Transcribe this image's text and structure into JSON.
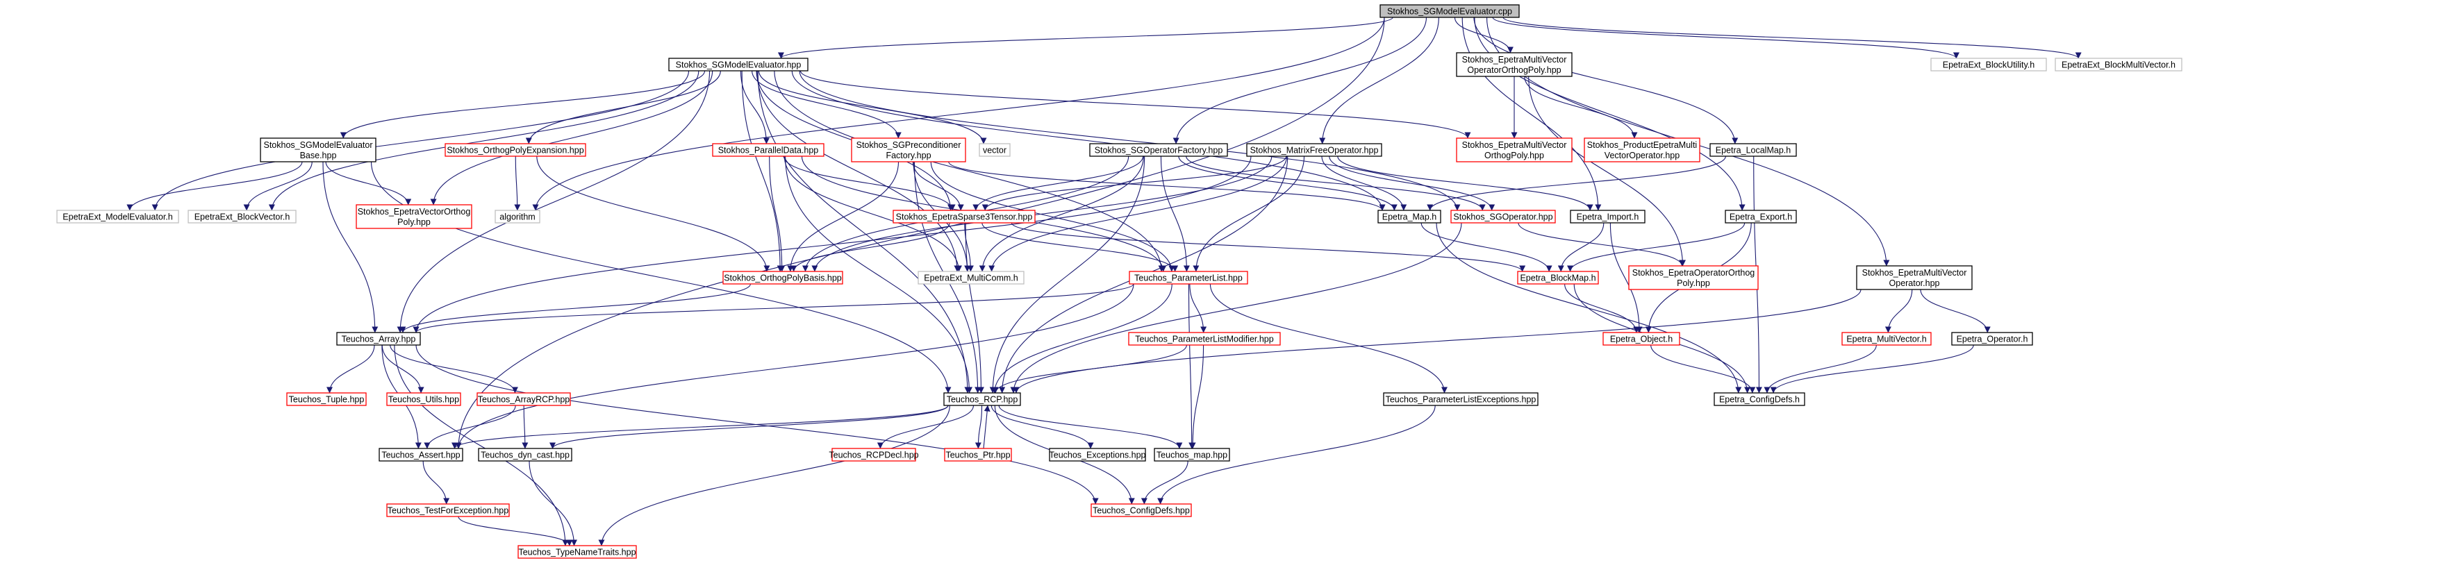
{
  "nodes": [
    {
      "id": "root",
      "lines": [
        "Stokhos_SGModelEvaluator.cpp"
      ],
      "style": "root"
    },
    {
      "id": "sgme_hpp",
      "lines": [
        "Stokhos_SGModelEvaluator.hpp"
      ],
      "style": "dark"
    },
    {
      "id": "emvop",
      "lines": [
        "Stokhos_EpetraMultiVector",
        "OperatorOrthogPoly.hpp"
      ],
      "style": "dark"
    },
    {
      "id": "ext_blockutil",
      "lines": [
        "EpetraExt_BlockUtility.h"
      ],
      "style": "grey"
    },
    {
      "id": "ext_blockmv",
      "lines": [
        "EpetraExt_BlockMultiVector.h"
      ],
      "style": "grey"
    },
    {
      "id": "sgmebase",
      "lines": [
        "Stokhos_SGModelEvaluator",
        "Base.hpp"
      ],
      "style": "dark"
    },
    {
      "id": "opexp",
      "lines": [
        "Stokhos_OrthogPolyExpansion.hpp"
      ],
      "style": "red"
    },
    {
      "id": "parallel",
      "lines": [
        "Stokhos_ParallelData.hpp"
      ],
      "style": "red"
    },
    {
      "id": "sgprec",
      "lines": [
        "Stokhos_SGPreconditioner",
        "Factory.hpp"
      ],
      "style": "red"
    },
    {
      "id": "vector",
      "lines": [
        "vector"
      ],
      "style": "grey"
    },
    {
      "id": "sgopfac",
      "lines": [
        "Stokhos_SGOperatorFactory.hpp"
      ],
      "style": "dark"
    },
    {
      "id": "mfop",
      "lines": [
        "Stokhos_MatrixFreeOperator.hpp"
      ],
      "style": "dark"
    },
    {
      "id": "emv_op",
      "lines": [
        "Stokhos_EpetraMultiVector",
        "OrthogPoly.hpp"
      ],
      "style": "red"
    },
    {
      "id": "prodemv",
      "lines": [
        "Stokhos_ProductEpetraMulti",
        "VectorOperator.hpp"
      ],
      "style": "red"
    },
    {
      "id": "localmap",
      "lines": [
        "Epetra_LocalMap.h"
      ],
      "style": "dark"
    },
    {
      "id": "ext_me",
      "lines": [
        "EpetraExt_ModelEvaluator.h"
      ],
      "style": "grey"
    },
    {
      "id": "ext_bv",
      "lines": [
        "EpetraExt_BlockVector.h"
      ],
      "style": "grey"
    },
    {
      "id": "evop",
      "lines": [
        "Stokhos_EpetraVectorOrthog",
        "Poly.hpp"
      ],
      "style": "red"
    },
    {
      "id": "algorithm",
      "lines": [
        "algorithm"
      ],
      "style": "grey"
    },
    {
      "id": "sparse3",
      "lines": [
        "Stokhos_EpetraSparse3Tensor.hpp"
      ],
      "style": "red"
    },
    {
      "id": "emap",
      "lines": [
        "Epetra_Map.h"
      ],
      "style": "dark"
    },
    {
      "id": "sgop",
      "lines": [
        "Stokhos_SGOperator.hpp"
      ],
      "style": "red"
    },
    {
      "id": "import",
      "lines": [
        "Epetra_Import.h"
      ],
      "style": "dark"
    },
    {
      "id": "export",
      "lines": [
        "Epetra_Export.h"
      ],
      "style": "dark"
    },
    {
      "id": "opbasis",
      "lines": [
        "Stokhos_OrthogPolyBasis.hpp"
      ],
      "style": "red"
    },
    {
      "id": "multicomm",
      "lines": [
        "EpetraExt_MultiComm.h"
      ],
      "style": "grey"
    },
    {
      "id": "plist",
      "lines": [
        "Teuchos_ParameterList.hpp"
      ],
      "style": "red"
    },
    {
      "id": "blockmap",
      "lines": [
        "Epetra_BlockMap.h"
      ],
      "style": "red"
    },
    {
      "id": "eoop",
      "lines": [
        "Stokhos_EpetraOperatorOrthog",
        "Poly.hpp"
      ],
      "style": "red"
    },
    {
      "id": "emvo",
      "lines": [
        "Stokhos_EpetraMultiVector",
        "Operator.hpp"
      ],
      "style": "dark"
    },
    {
      "id": "array",
      "lines": [
        "Teuchos_Array.hpp"
      ],
      "style": "dark"
    },
    {
      "id": "plmod",
      "lines": [
        "Teuchos_ParameterListModifier.hpp"
      ],
      "style": "red"
    },
    {
      "id": "eobject",
      "lines": [
        "Epetra_Object.h"
      ],
      "style": "red"
    },
    {
      "id": "emultivec",
      "lines": [
        "Epetra_MultiVector.h"
      ],
      "style": "red"
    },
    {
      "id": "eoperator",
      "lines": [
        "Epetra_Operator.h"
      ],
      "style": "dark"
    },
    {
      "id": "tuple",
      "lines": [
        "Teuchos_Tuple.hpp"
      ],
      "style": "red"
    },
    {
      "id": "utils",
      "lines": [
        "Teuchos_Utils.hpp"
      ],
      "style": "red"
    },
    {
      "id": "arrayrcp",
      "lines": [
        "Teuchos_ArrayRCP.hpp"
      ],
      "style": "red"
    },
    {
      "id": "rcp",
      "lines": [
        "Teuchos_RCP.hpp"
      ],
      "style": "dark"
    },
    {
      "id": "plexc",
      "lines": [
        "Teuchos_ParameterListExceptions.hpp"
      ],
      "style": "dark"
    },
    {
      "id": "econfig",
      "lines": [
        "Epetra_ConfigDefs.h"
      ],
      "style": "dark"
    },
    {
      "id": "assert",
      "lines": [
        "Teuchos_Assert.hpp"
      ],
      "style": "dark"
    },
    {
      "id": "dyncast",
      "lines": [
        "Teuchos_dyn_cast.hpp"
      ],
      "style": "dark"
    },
    {
      "id": "rcpdecl",
      "lines": [
        "Teuchos_RCPDecl.hpp"
      ],
      "style": "red"
    },
    {
      "id": "ptr",
      "lines": [
        "Teuchos_Ptr.hpp"
      ],
      "style": "red"
    },
    {
      "id": "exceptions",
      "lines": [
        "Teuchos_Exceptions.hpp"
      ],
      "style": "dark"
    },
    {
      "id": "tmap",
      "lines": [
        "Teuchos_map.hpp"
      ],
      "style": "dark"
    },
    {
      "id": "testfor",
      "lines": [
        "Teuchos_TestForException.hpp"
      ],
      "style": "red"
    },
    {
      "id": "tconfig",
      "lines": [
        "Teuchos_ConfigDefs.hpp"
      ],
      "style": "red"
    },
    {
      "id": "typename",
      "lines": [
        "Teuchos_TypeNameTraits.hpp"
      ],
      "style": "red"
    }
  ],
  "edges": [
    [
      "root",
      "sgme_hpp"
    ],
    [
      "root",
      "emvop"
    ],
    [
      "root",
      "ext_blockutil"
    ],
    [
      "root",
      "ext_blockmv"
    ],
    [
      "root",
      "sgopfac"
    ],
    [
      "root",
      "mfop"
    ],
    [
      "root",
      "localmap"
    ],
    [
      "root",
      "export"
    ],
    [
      "root",
      "import"
    ],
    [
      "root",
      "emvo"
    ],
    [
      "root",
      "assert"
    ],
    [
      "root",
      "algorithm"
    ],
    [
      "sgme_hpp",
      "sgmebase"
    ],
    [
      "sgme_hpp",
      "opexp"
    ],
    [
      "sgme_hpp",
      "parallel"
    ],
    [
      "sgme_hpp",
      "sgprec"
    ],
    [
      "sgme_hpp",
      "vector"
    ],
    [
      "sgme_hpp",
      "emv_op"
    ],
    [
      "sgme_hpp",
      "ext_me"
    ],
    [
      "sgme_hpp",
      "ext_bv"
    ],
    [
      "sgme_hpp",
      "evop"
    ],
    [
      "sgme_hpp",
      "sparse3"
    ],
    [
      "sgme_hpp",
      "opbasis"
    ],
    [
      "sgme_hpp",
      "multicomm"
    ],
    [
      "sgme_hpp",
      "plist"
    ],
    [
      "sgme_hpp",
      "array"
    ],
    [
      "sgme_hpp",
      "rcp"
    ],
    [
      "sgme_hpp",
      "emap"
    ],
    [
      "sgme_hpp",
      "sgop"
    ],
    [
      "emvop",
      "emv_op"
    ],
    [
      "emvop",
      "prodemv"
    ],
    [
      "emvop",
      "eoop"
    ],
    [
      "sgmebase",
      "ext_me"
    ],
    [
      "sgmebase",
      "ext_bv"
    ],
    [
      "sgmebase",
      "evop"
    ],
    [
      "sgmebase",
      "array"
    ],
    [
      "sgmebase",
      "rcp"
    ],
    [
      "opexp",
      "algorithm"
    ],
    [
      "opexp",
      "opbasis"
    ],
    [
      "parallel",
      "opbasis"
    ],
    [
      "parallel",
      "sparse3"
    ],
    [
      "parallel",
      "multicomm"
    ],
    [
      "parallel",
      "plist"
    ],
    [
      "parallel",
      "rcp"
    ],
    [
      "sgprec",
      "opbasis"
    ],
    [
      "sgprec",
      "sparse3"
    ],
    [
      "sgprec",
      "multicomm"
    ],
    [
      "sgprec",
      "plist"
    ],
    [
      "sgprec",
      "rcp"
    ],
    [
      "sgprec",
      "emap"
    ],
    [
      "sgopfac",
      "sparse3"
    ],
    [
      "sgopfac",
      "opbasis"
    ],
    [
      "sgopfac",
      "multicomm"
    ],
    [
      "sgopfac",
      "plist"
    ],
    [
      "sgopfac",
      "rcp"
    ],
    [
      "sgopfac",
      "sgop"
    ],
    [
      "sgopfac",
      "emap"
    ],
    [
      "mfop",
      "sparse3"
    ],
    [
      "mfop",
      "opbasis"
    ],
    [
      "mfop",
      "multicomm"
    ],
    [
      "mfop",
      "plist"
    ],
    [
      "mfop",
      "sgop"
    ],
    [
      "mfop",
      "emap"
    ],
    [
      "mfop",
      "import"
    ],
    [
      "mfop",
      "rcp"
    ],
    [
      "mfop",
      "array"
    ],
    [
      "localmap",
      "emap"
    ],
    [
      "localmap",
      "econfig"
    ],
    [
      "sparse3",
      "opbasis"
    ],
    [
      "sparse3",
      "multicomm"
    ],
    [
      "sparse3",
      "plist"
    ],
    [
      "sparse3",
      "rcp"
    ],
    [
      "sparse3",
      "blockmap"
    ],
    [
      "emap",
      "blockmap"
    ],
    [
      "emap",
      "econfig"
    ],
    [
      "sgop",
      "eoop"
    ],
    [
      "sgop",
      "rcp"
    ],
    [
      "import",
      "blockmap"
    ],
    [
      "import",
      "eobject"
    ],
    [
      "export",
      "blockmap"
    ],
    [
      "export",
      "eobject"
    ],
    [
      "opbasis",
      "array"
    ],
    [
      "plist",
      "array"
    ],
    [
      "plist",
      "plmod"
    ],
    [
      "plist",
      "rcp"
    ],
    [
      "plist",
      "plexc"
    ],
    [
      "plist",
      "tmap"
    ],
    [
      "plist",
      "assert"
    ],
    [
      "blockmap",
      "eobject"
    ],
    [
      "blockmap",
      "econfig"
    ],
    [
      "emvo",
      "emultivec"
    ],
    [
      "emvo",
      "eoperator"
    ],
    [
      "emvo",
      "rcp"
    ],
    [
      "array",
      "tuple"
    ],
    [
      "array",
      "utils"
    ],
    [
      "array",
      "arrayrcp"
    ],
    [
      "array",
      "assert"
    ],
    [
      "array",
      "typename"
    ],
    [
      "array",
      "tconfig"
    ],
    [
      "plmod",
      "rcp"
    ],
    [
      "plmod",
      "tmap"
    ],
    [
      "eobject",
      "econfig"
    ],
    [
      "emultivec",
      "econfig"
    ],
    [
      "eoperator",
      "econfig"
    ],
    [
      "arrayrcp",
      "assert"
    ],
    [
      "arrayrcp",
      "dyncast"
    ],
    [
      "rcp",
      "assert"
    ],
    [
      "rcp",
      "dyncast"
    ],
    [
      "rcp",
      "rcpdecl"
    ],
    [
      "rcp",
      "ptr"
    ],
    [
      "rcp",
      "exceptions"
    ],
    [
      "rcp",
      "tmap"
    ],
    [
      "rcp",
      "typename"
    ],
    [
      "rcp",
      "tconfig"
    ],
    [
      "ptr",
      "rcp"
    ],
    [
      "plexc",
      "tconfig"
    ],
    [
      "assert",
      "testfor"
    ],
    [
      "dyncast",
      "typename"
    ],
    [
      "tmap",
      "tconfig"
    ],
    [
      "testfor",
      "typename"
    ]
  ],
  "colors": {
    "edge": "#191970",
    "dark_border": "#000000",
    "red_border": "#ff0000",
    "grey_border": "#bfbfbf",
    "root_fill": "#bfbfbf"
  }
}
